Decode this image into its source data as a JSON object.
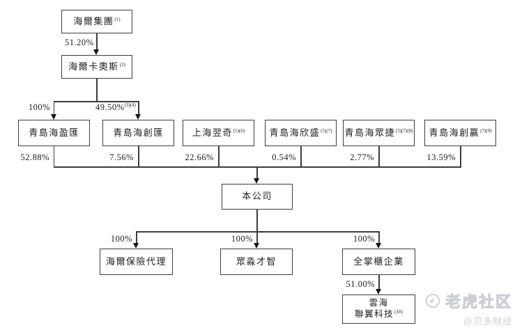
{
  "org_chart": {
    "type": "shareholding-structure-diagram",
    "nodes": {
      "haier_group": {
        "label": "海爾集團",
        "sup": "(1)"
      },
      "haier_cosmo": {
        "label": "海爾卡奧斯",
        "sup": "(2)"
      },
      "qingdao_haiyinghui": {
        "label": "青島海盈匯"
      },
      "qingdao_haichuanghui": {
        "label": "青島海創匯"
      },
      "shanghai_yiqi": {
        "label": "上海翌奇",
        "sup": "(5)(6)"
      },
      "qingdao_haixinsheng": {
        "label": "青島海欣盛",
        "sup": "(5)(7)"
      },
      "qingdao_haizhongjie": {
        "label": "青島海眾捷",
        "sup": "(5)(7)(8)"
      },
      "qingdao_haichuangying": {
        "label": "青島海創贏",
        "sup": "(7)(9)"
      },
      "the_company": {
        "label": "本公司"
      },
      "haier_insurance_agency": {
        "label": "海爾保險代理"
      },
      "zhongmiao_caizhi": {
        "label": "眾淼才智"
      },
      "quanzhanggui": {
        "label": "全掌櫃企業"
      },
      "yunhai": {
        "line1": "雲海",
        "line2": "聯翼科技",
        "sup": "(10)"
      }
    },
    "ownership": {
      "group_to_cosmo": "51.20%",
      "cosmo_to_haiyinghui": "100%",
      "cosmo_to_haichuanghui": "49.50%",
      "cosmo_to_haichuanghui_sup": "(3)(4)",
      "into_company": [
        "52.88%",
        "7.56%",
        "22.66%",
        "0.54%",
        "2.77%",
        "13.59%"
      ],
      "company_to_subsidiaries": [
        "100%",
        "100%",
        "100%"
      ],
      "quanzhanggui_to_yunhai": "51.00%"
    },
    "colors": {
      "line": "#3c3c3c",
      "text": "#1c1c1c"
    }
  },
  "watermark": {
    "brand": "老虎社区",
    "handle": "@贝多财经",
    "logo": "tiger-circle-logo",
    "color": "#ccd0d5"
  }
}
